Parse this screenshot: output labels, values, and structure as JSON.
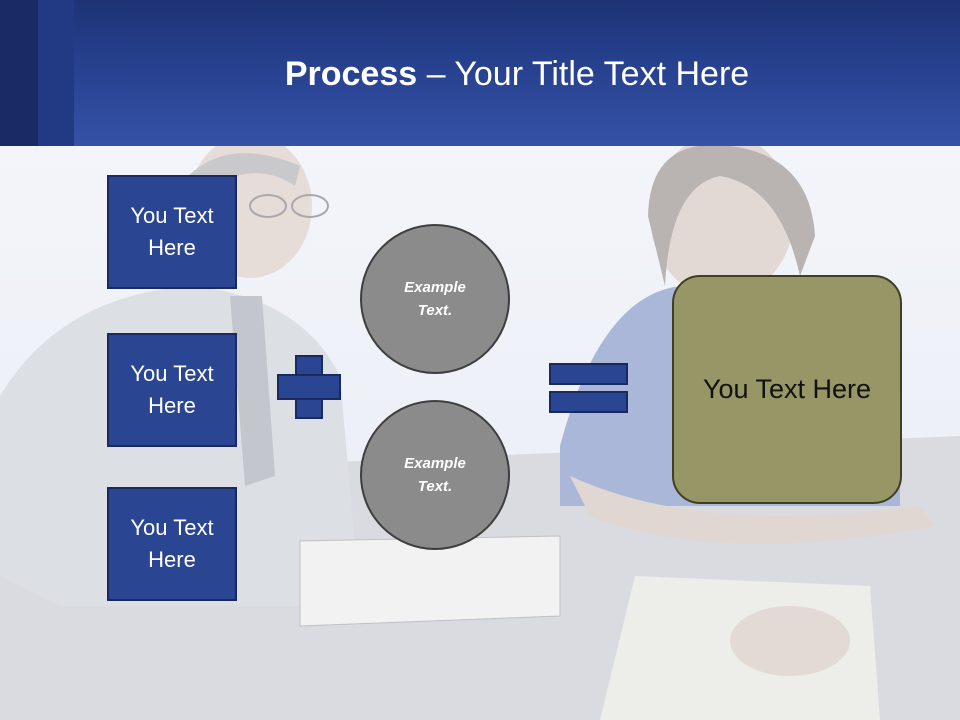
{
  "header": {
    "title_bold": "Process",
    "title_rest": " – Your Title Text Here"
  },
  "left_boxes": [
    {
      "label": "You Text Here"
    },
    {
      "label": "You Text Here"
    },
    {
      "label": "You Text Here"
    }
  ],
  "circles": [
    {
      "label": "Example Text."
    },
    {
      "label": "Example Text."
    }
  ],
  "result": {
    "label": "You Text Here"
  },
  "colors": {
    "header": "#2c4699",
    "box_fill": "#2a4591",
    "circle_fill": "#8b8b8b",
    "result_fill": "#979667"
  }
}
